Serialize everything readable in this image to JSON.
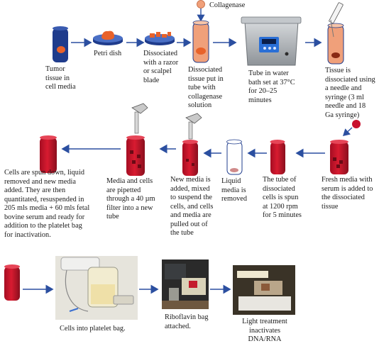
{
  "labels": {
    "tumor": "Tumor\ntissue in\ncell media",
    "petri": "Petri dish",
    "dissociated_razor": "Dissociated\nwith a razor\nor scalpel\nblade",
    "collagenase_tube": "Dissociated\ntissue put in\ntube with\ncollagenase\nsolution",
    "collagenase": "Collagenase",
    "water_bath": "Tube in water\nbath set at 37°C\nfor 20–25\nminutes",
    "needle": "Tissue is\ndissociated using\na needle and\nsyringe (3 ml\nneedle and 18\nGa syringe)",
    "fresh_media": "Fresh media with\nserum is added to\nthe dissociated\ntissue",
    "spun": "The tube of\ndissociated\ncells is spun\nat 1200 rpm\nfor 5 minutes",
    "liquid_removed": "Liquid\nmedia is\nremoved",
    "new_media": "New media is\nadded, mixed\nto suspend the\ncells, and cells\nand media are\npulled out of\nthe tube",
    "filter": "Media and cells\nare pipetted\nthrough a 40 µm\nfilter into a new\ntube",
    "spun_down": "Cells are spun down, liquid\nremoved and new media\nadded. They are then\nquantitated, resuspended in\n205 mls media + 60 mls fetal\nbovine serum and ready for\naddition to the platelet bag\nfor inactivation.",
    "platelet_bag": "Cells into platelet bag.",
    "riboflavin": "Riboflavin bag\nattached.",
    "light": "Light treatment\ninactivates\nDNA/RNA"
  },
  "colors": {
    "arrow": "#2b4fa0",
    "tube_red": "#c8102e",
    "tube_dark": "#8a0f1e",
    "tumor_blue": "#1f3c8c",
    "tissue_orange": "#e8622a",
    "collagenase_fill": "#f0a07a",
    "water_bath": "#b8bcc0",
    "panel_blue": "#2a6fd6"
  }
}
